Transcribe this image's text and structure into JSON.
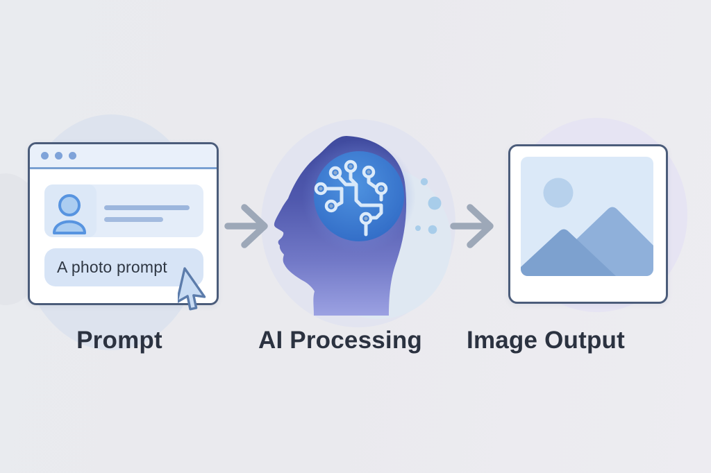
{
  "steps": [
    {
      "id": "prompt",
      "label": "Prompt"
    },
    {
      "id": "ai-processing",
      "label": "AI Processing"
    },
    {
      "id": "image-output",
      "label": "Image Output"
    }
  ],
  "browser_window": {
    "prompt_text": "A photo prompt",
    "control_dot_count": 3
  },
  "icons": {
    "arrow": "arrow-right-icon",
    "avatar": "user-avatar-icon",
    "cursor": "cursor-pointer-icon",
    "brain": "ai-brain-circuit-icon",
    "image_placeholder": "mountain-sun-image-icon"
  },
  "colors": {
    "background_left": "#e9ebef",
    "background_right": "#edecf1",
    "panel_border": "#4b5c7a",
    "titlebar_fill": "#e9f0fa",
    "titlebar_divider": "#79a0d2",
    "accent_blue": "#5794e0",
    "card_fill": "#e4edf9",
    "field_fill": "#d7e4f6",
    "arrow_gray": "#9da8b8",
    "label_text": "#2b3240",
    "head_gradient_top": "#3f4a9e",
    "head_gradient_bottom": "#9ba1e2",
    "brain_blue_center": "#4f93e0",
    "brain_blue_edge": "#2e67c3",
    "circuit_trace": "#d9e9f9",
    "image_fill": "#dbe9f8",
    "sun_fill": "#b7d1ec",
    "mountain_big": "#8fb0da",
    "mountain_small": "#7da1cf",
    "dot_blue": "#a8cdea"
  }
}
